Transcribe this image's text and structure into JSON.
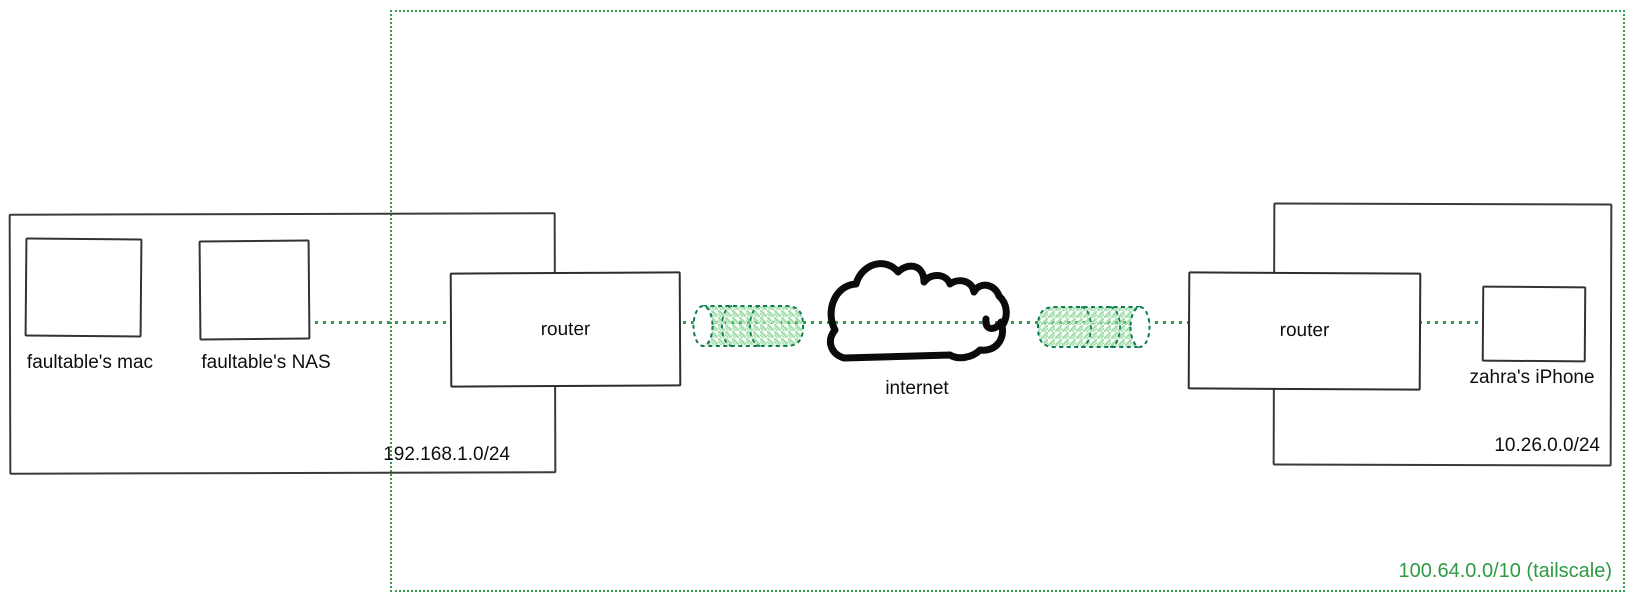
{
  "diagram": {
    "left_lan": {
      "cidr": "192.168.1.0/24",
      "devices": [
        {
          "label": "faultable's mac"
        },
        {
          "label": "faultable's NAS"
        }
      ],
      "router_label": "router"
    },
    "right_lan": {
      "cidr": "10.26.0.0/24",
      "devices": [
        {
          "label": "zahra's iPhone"
        }
      ],
      "router_label": "router"
    },
    "internet_label": "internet",
    "tailscale": {
      "label": "100.64.0.0/10 (tailscale)"
    },
    "colors": {
      "green_dotted": "#2f9e4b",
      "tailscale_text": "#2e9b44",
      "tunnel_outline": "#0f7c52",
      "tunnel_hatch": "#a7e0ae",
      "ink": "#333333"
    }
  }
}
